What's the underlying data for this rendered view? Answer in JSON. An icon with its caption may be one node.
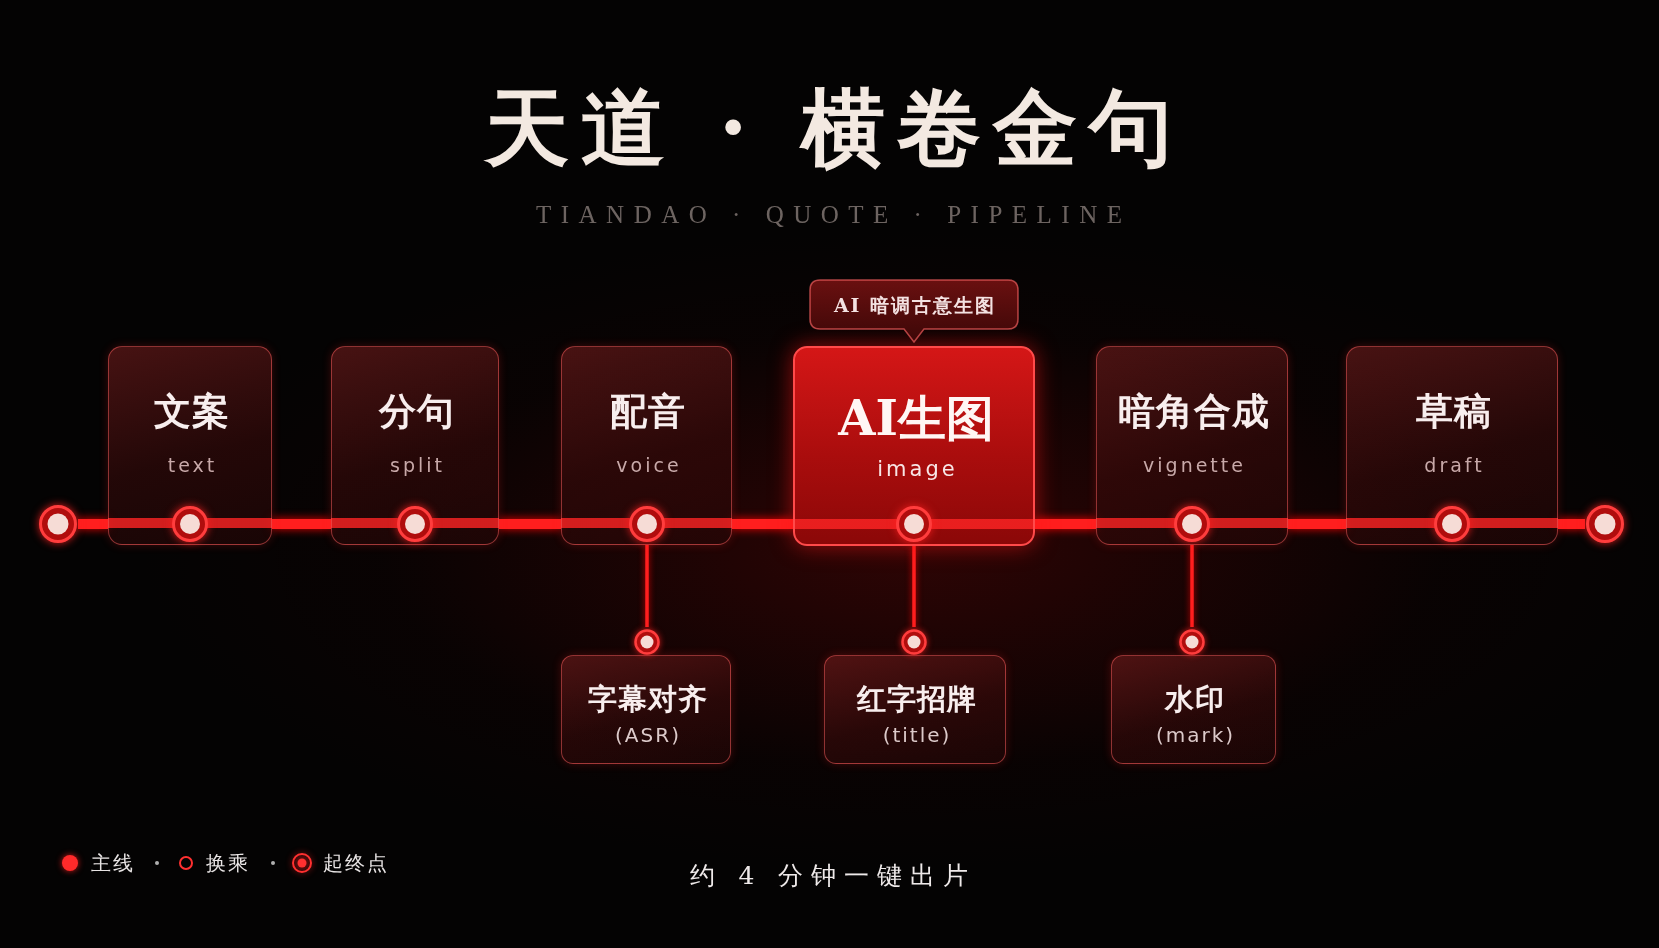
{
  "diagram": {
    "title": "天道 · 横卷金句",
    "caption": "约 4 分钟一键出片",
    "nodes": [
      {
        "text": [],
        "shape": "circle"
      },
      {
        "text": [
          "文案",
          "text"
        ]
      },
      {
        "text": [
          "分句",
          "split"
        ]
      },
      {
        "text": [
          "配音",
          "voice"
        ]
      },
      {
        "text": [
          "AI生图",
          "image"
        ]
      },
      {
        "text": [
          "暗角合成",
          "vignette"
        ]
      },
      {
        "text": [
          "草稿",
          "draft"
        ]
      },
      {
        "text": [],
        "shape": "circle"
      },
      {
        "text": [
          "AI 暗调古意生图"
        ]
      },
      {
        "text": [
          "字幕对齐",
          "(ASR)"
        ]
      },
      {
        "text": [
          "红字招牌",
          "(title)"
        ]
      },
      {
        "text": [
          "水印",
          "(mark)"
        ]
      }
    ],
    "edges": [
      {
        "from": 0,
        "to": 1,
        "arrow": "none"
      },
      {
        "from": 1,
        "to": 2,
        "arrow": "none"
      },
      {
        "from": 2,
        "to": 3,
        "arrow": "none"
      },
      {
        "from": 3,
        "to": 4,
        "arrow": "none"
      },
      {
        "from": 4,
        "to": 5,
        "arrow": "none"
      },
      {
        "from": 5,
        "to": 6,
        "arrow": "none"
      },
      {
        "from": 6,
        "to": 7,
        "arrow": "none"
      },
      {
        "from": 3,
        "to": 9,
        "arrow": "none"
      },
      {
        "from": 4,
        "to": 10,
        "arrow": "none"
      },
      {
        "from": 5,
        "to": 11,
        "arrow": "none"
      }
    ],
    "labels": [
      "TIANDAO · QUOTE · PIPELINE"
    ],
    "legend": [
      {
        "text": "主线",
        "color": "#ff2a2a"
      },
      {
        "text": "换乘"
      },
      {
        "text": "起终点"
      }
    ]
  }
}
